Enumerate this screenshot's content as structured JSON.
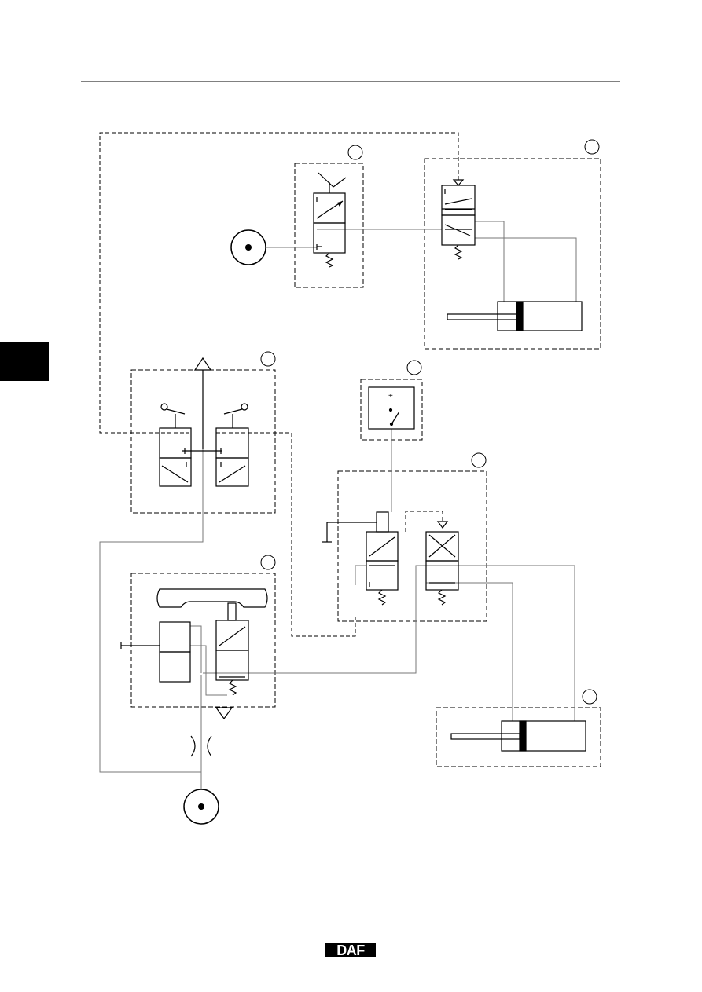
{
  "page": {
    "logo_text": "DAF"
  },
  "diagram": {
    "type": "pneumatic-circuit",
    "component_number_circles": 7,
    "switch": {
      "plus_label": "+"
    },
    "colors": {
      "line": "#000000",
      "pipe": "#777777",
      "tab": "#000000"
    }
  }
}
